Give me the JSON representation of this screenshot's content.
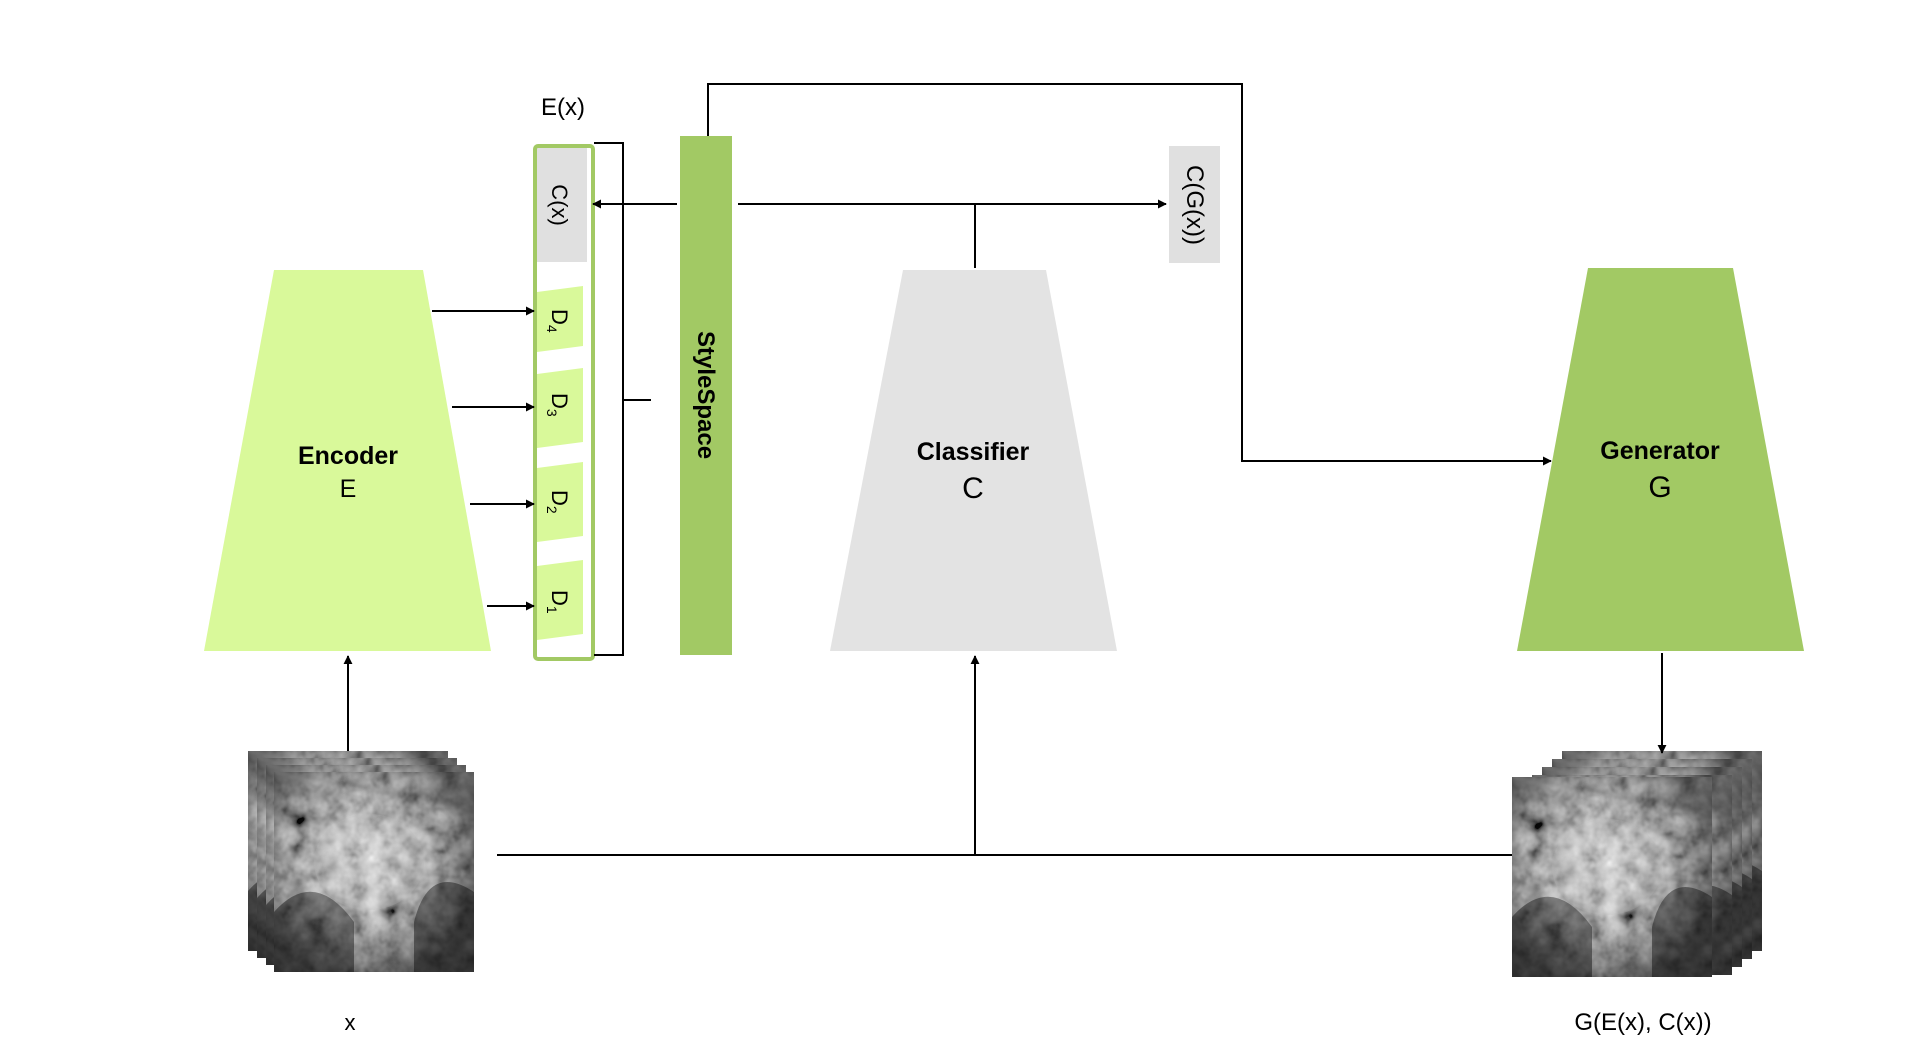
{
  "colors": {
    "encoder_fill": "#d9f99a",
    "generator_fill": "#a2c964",
    "stylespace_fill": "#a2c964",
    "classifier_fill": "#e3e3e3",
    "latent_border": "#a2c964",
    "dim_block_fill": "#d9f99a",
    "cx_fill": "#e0e0e0",
    "cgx_fill": "#e0e0e0",
    "line": "#000000"
  },
  "encoder": {
    "title": "Encoder",
    "symbol": "E"
  },
  "classifier": {
    "title": "Classifier",
    "symbol": "C"
  },
  "generator": {
    "title": "Generator",
    "symbol": "G"
  },
  "stylespace": {
    "label": "StyleSpace"
  },
  "latent": {
    "title": "E(x)",
    "classifier_slot": "C(x)",
    "dims": [
      {
        "base": "D",
        "sub": "4"
      },
      {
        "base": "D",
        "sub": "3"
      },
      {
        "base": "D",
        "sub": "2"
      },
      {
        "base": "D",
        "sub": "1"
      }
    ]
  },
  "classifier_output": {
    "label": "C(G(x))"
  },
  "input_image": {
    "label": "x",
    "icon": "ultrasound-image-stack"
  },
  "output_image": {
    "label": "G(E(x), C(x))",
    "icon": "ultrasound-image-stack"
  }
}
